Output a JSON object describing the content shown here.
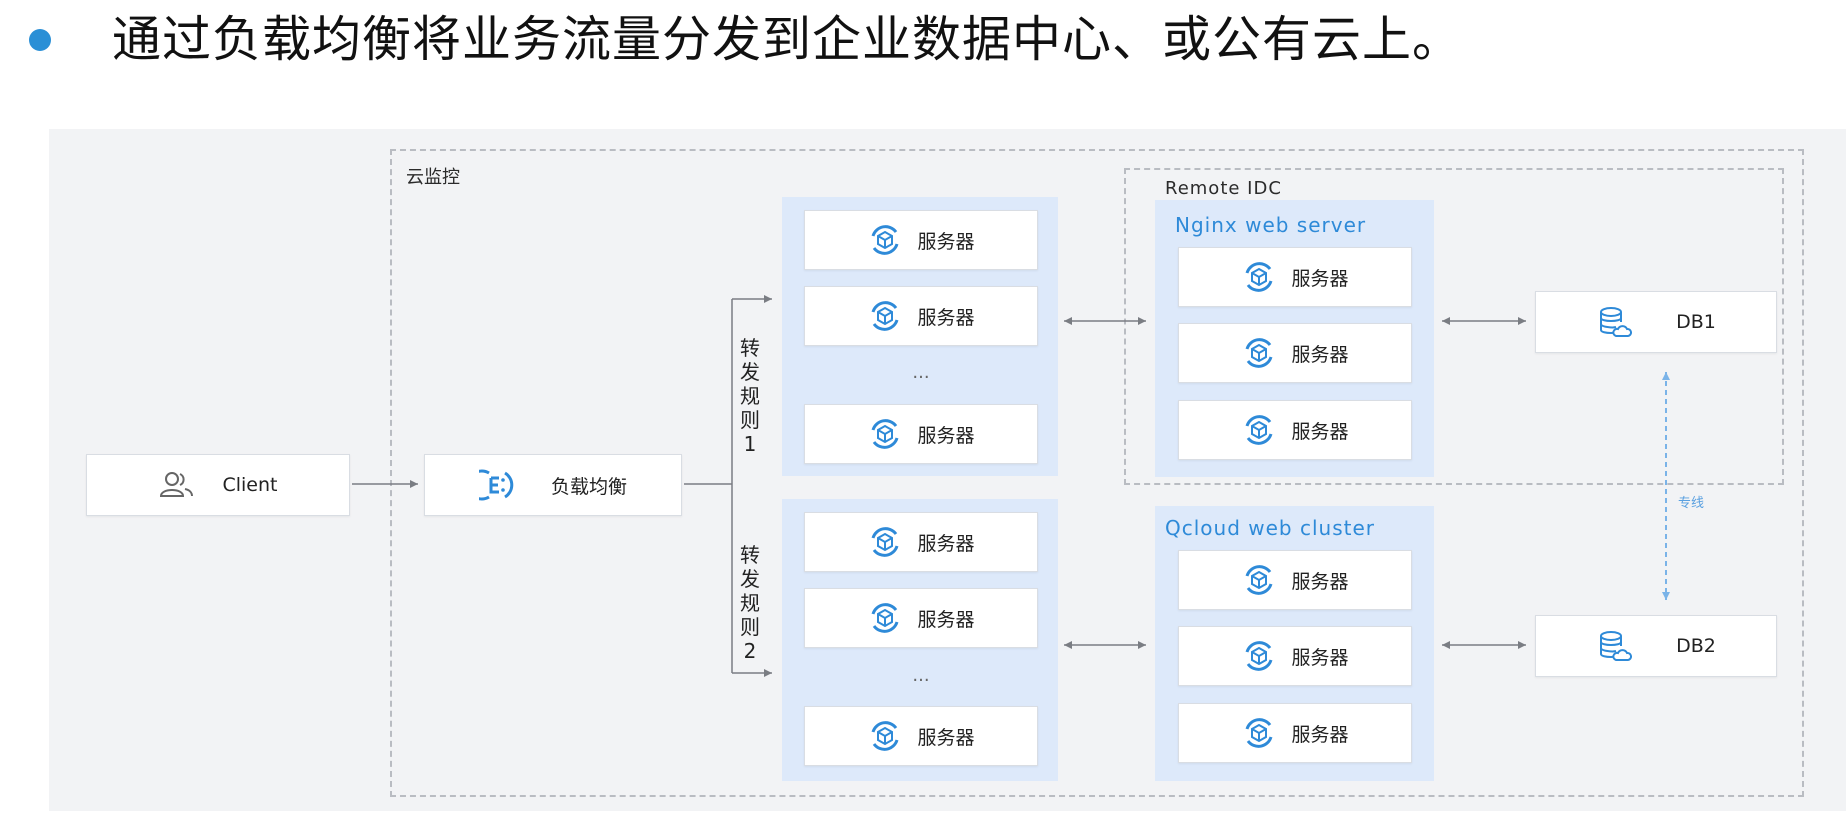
{
  "heading": {
    "bullet_color": "#2a8fd6",
    "text": "通过负载均衡将业务流量分发到企业数据中心、或公有云上。"
  },
  "diagram": {
    "cloud_monitor_label": "云监控",
    "remote_idc_label": "Remote IDC",
    "client": {
      "label": "Client",
      "icon": "users-icon"
    },
    "load_balancer": {
      "label": "负载均衡",
      "icon": "load-balancer-icon"
    },
    "rule1": {
      "chars": [
        "转",
        "发",
        "规",
        "则",
        "1"
      ]
    },
    "rule2": {
      "chars": [
        "转",
        "发",
        "规",
        "则",
        "2"
      ]
    },
    "group1": {
      "servers": [
        "服务器",
        "服务器",
        "服务器"
      ],
      "ellipsis": "..."
    },
    "group2": {
      "servers": [
        "服务器",
        "服务器",
        "服务器"
      ],
      "ellipsis": "..."
    },
    "nginx": {
      "title": "Nginx web server",
      "servers": [
        "服务器",
        "服务器",
        "服务器"
      ]
    },
    "qcloud": {
      "title": "Qcloud web cluster",
      "servers": [
        "服务器",
        "服务器",
        "服务器"
      ]
    },
    "db1": {
      "label": "DB1",
      "icon": "database-cloud-icon"
    },
    "db2": {
      "label": "DB2",
      "icon": "database-cloud-icon"
    },
    "dedicated_line_label": "专线",
    "colors": {
      "accent_blue": "#2e8ad8",
      "panel_blue": "#dde9fa",
      "background": "#f2f3f5"
    }
  }
}
